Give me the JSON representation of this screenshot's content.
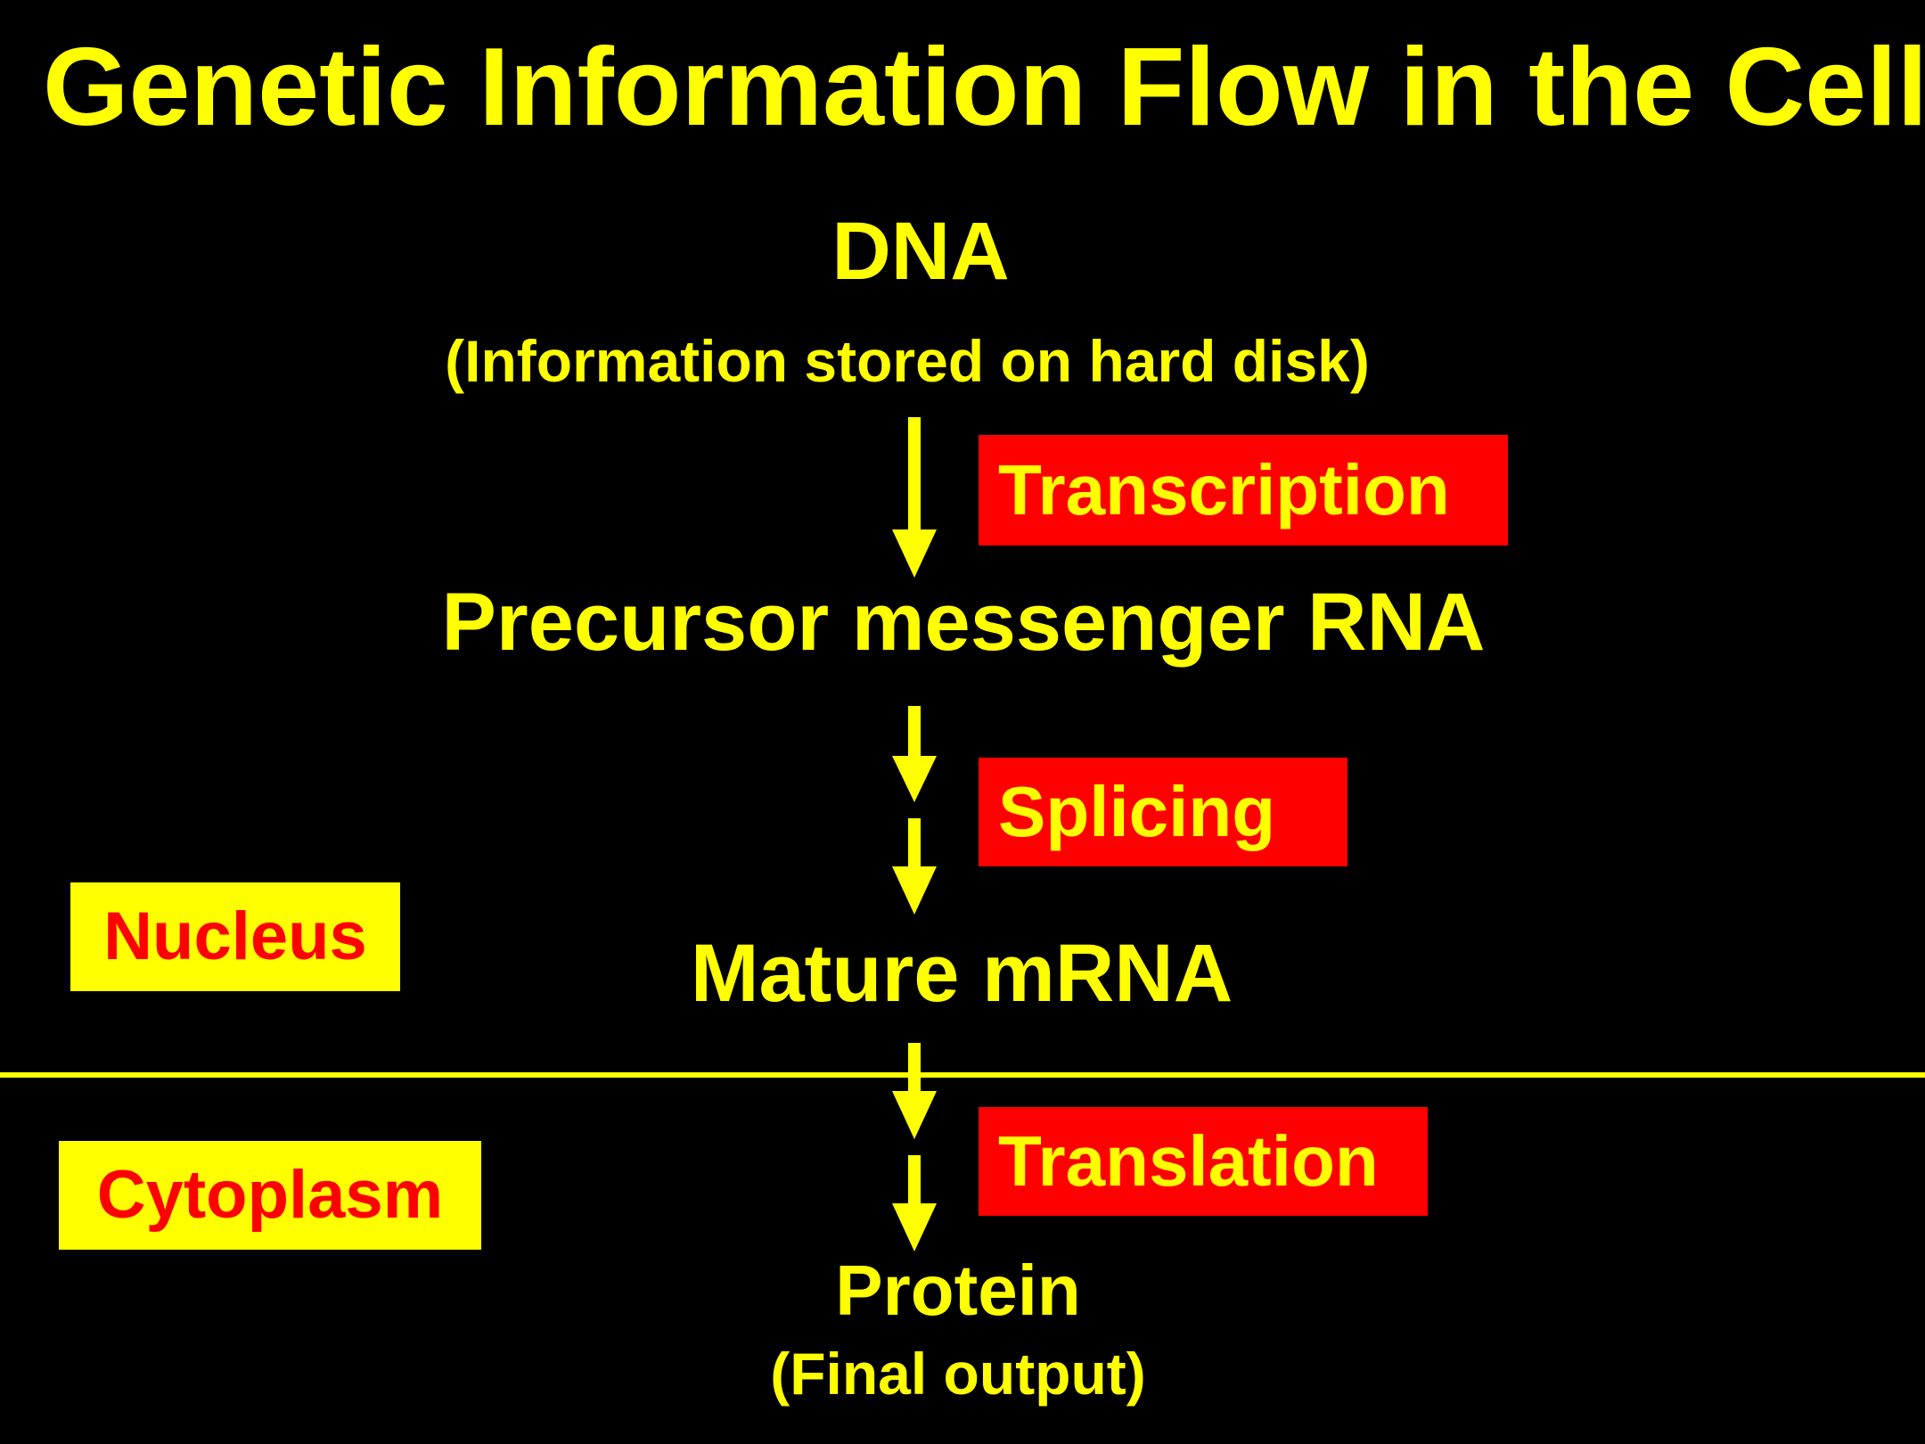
{
  "title": "Genetic Information Flow in the Cell",
  "nodes": {
    "dna": "DNA",
    "dna_note": "(Information stored on hard disk)",
    "precursor": "Precursor messenger RNA",
    "mature": "Mature mRNA",
    "protein": "Protein",
    "protein_note": "(Final output)"
  },
  "steps": {
    "transcription": "Transcription",
    "splicing": "Splicing",
    "translation": "Translation"
  },
  "regions": {
    "nucleus": "Nucleus",
    "cytoplasm": "Cytoplasm"
  },
  "colors": {
    "background": "#000000",
    "text": "#FFFF00",
    "step_box": "#FF0000",
    "region_box": "#FFFF00",
    "region_text": "#FF0000"
  }
}
